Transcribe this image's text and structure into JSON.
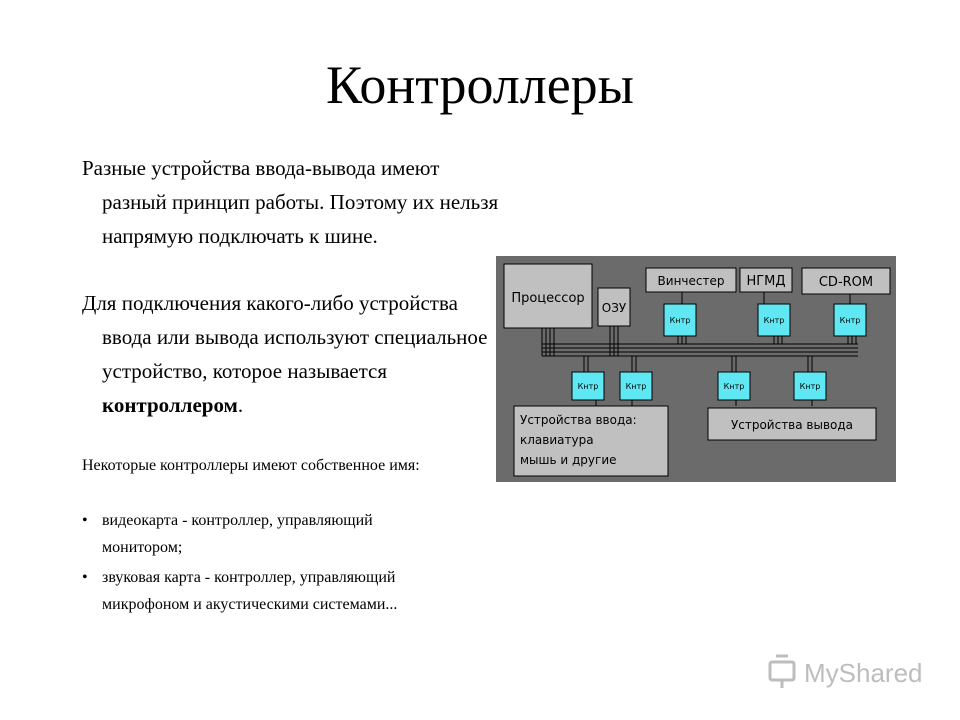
{
  "slide": {
    "title": "Контроллеры",
    "para1": "Разные устройства ввода-вывода имеют разный принцип работы. Поэтому их нельзя напрямую подключать к шине.",
    "para2_before": "Для подключения какого-либо устройства ввода или вывода используют специальное устройство, которое называется ",
    "para2_bold": "контроллером",
    "para2_after": ".",
    "para3": "Некоторые контроллеры имеют собственное имя:",
    "bullet_symbol": "•",
    "bullets": [
      "видеокарта - контроллер, управляющий монитором;",
      "звуковая карта - контроллер, управляющий микрофоном и акустическими  системами..."
    ]
  },
  "diagram": {
    "processor": "Процессор",
    "ram": "ОЗУ",
    "hdd": "Винчестер",
    "fdd": "НГМД",
    "cdrom": "CD-ROM",
    "controller": "Кнтр",
    "input_title": "Устройства ввода:",
    "input_line2": "клавиатура",
    "input_line3": "мышь и другие",
    "output": "Устройства вывода",
    "colors": {
      "background": "#6b6b6b",
      "box": "#c0c0c0",
      "controller": "#5fe8f4",
      "bus": "#000000"
    }
  },
  "watermark": {
    "text": "MyShared"
  }
}
